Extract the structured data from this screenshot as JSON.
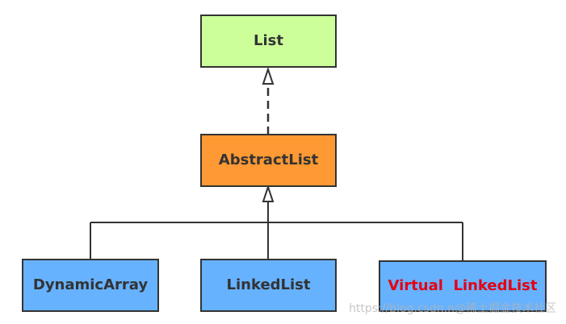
{
  "nodes": {
    "list": {
      "label": "List",
      "fill": "#ccff99",
      "text_color": "#333333"
    },
    "abstract_list": {
      "label": "AbstractList",
      "fill": "#ff9933",
      "text_color": "#333333"
    },
    "dynamic_array": {
      "label": "DynamicArray",
      "fill": "#66b2ff",
      "text_color": "#333333"
    },
    "linked_list": {
      "label": "LinkedList",
      "fill": "#66b2ff",
      "text_color": "#333333"
    },
    "virtual_linked_list": {
      "label": "Virtual  LinkedList",
      "fill": "#66b2ff",
      "text_color": "#e60012"
    }
  },
  "edges": [
    {
      "from": "abstract_list",
      "to": "list",
      "style": "dashed",
      "arrow": "hollow-triangle"
    },
    {
      "from": "dynamic_array",
      "to": "abstract_list",
      "style": "solid",
      "arrow": "hollow-triangle"
    },
    {
      "from": "linked_list",
      "to": "abstract_list",
      "style": "solid",
      "arrow": "hollow-triangle"
    },
    {
      "from": "virtual_linked_list",
      "to": "abstract_list",
      "style": "solid",
      "arrow": "hollow-triangle"
    }
  ],
  "colors": {
    "stroke": "#333333",
    "line": "#333333"
  },
  "watermark": "https://blog.csdn.n@稀土掘金技术社区"
}
